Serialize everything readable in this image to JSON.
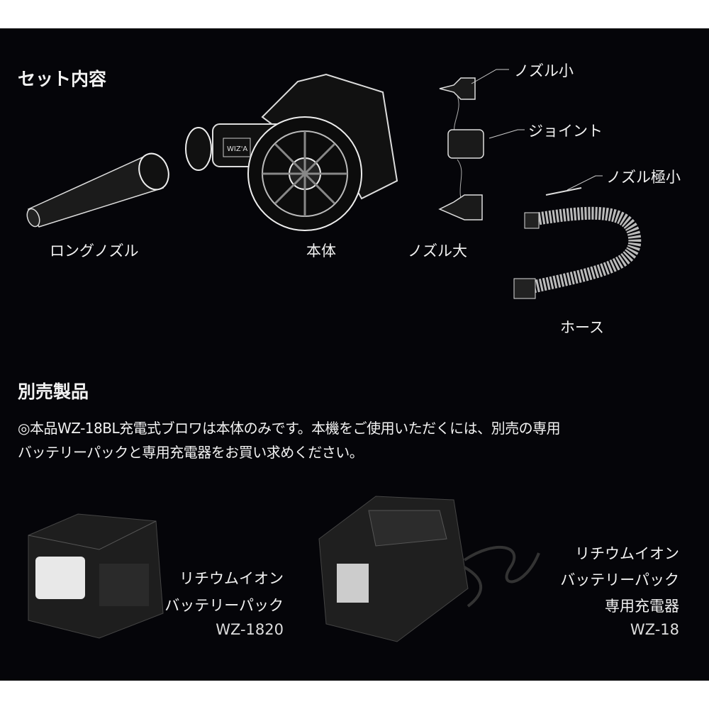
{
  "set_contents": {
    "heading": "セット内容",
    "items": {
      "long_nozzle": "ロングノズル",
      "body": "本体",
      "nozzle_small": "ノズル小",
      "joint": "ジョイント",
      "nozzle_large": "ノズル大",
      "nozzle_extra_small": "ノズル極小",
      "hose": "ホース"
    },
    "brand_logo": "WIZ'A"
  },
  "sold_separately": {
    "heading": "別売製品",
    "note_line1": "◎本品WZ-18BL充電式ブロワは本体のみです。本機をご使用いただくには、別売の専用",
    "note_line2": "バッテリーパックと専用充電器をお買い求めください。",
    "battery": {
      "line1": "リチウムイオン",
      "line2": "バッテリーパック",
      "model": "WZ-1820"
    },
    "charger": {
      "line1": "リチウムイオン",
      "line2": "バッテリーパック",
      "line3": "専用充電器",
      "model": "WZ-18"
    }
  }
}
